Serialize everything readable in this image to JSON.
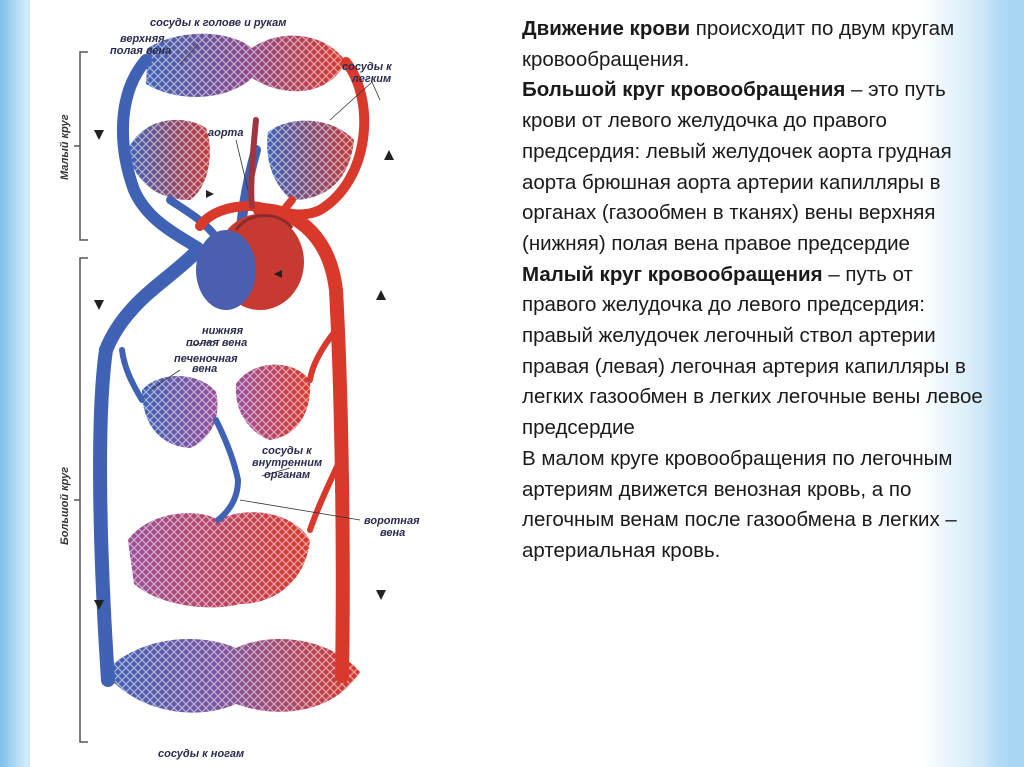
{
  "diagram": {
    "labels": {
      "head_vessels": "сосуды к голове и рукам",
      "superior_vena_cava_1": "верхняя",
      "superior_vena_cava_2": "полая вена",
      "lung_vessels_1": "сосуды к",
      "lung_vessels_2": "легким",
      "aorta": "аорта",
      "inferior_vena_cava_1": "нижняя",
      "inferior_vena_cava_2": "полая вена",
      "hepatic_vein_1": "печеночная",
      "hepatic_vein_2": "вена",
      "organ_vessels_1": "сосуды к",
      "organ_vessels_2": "внутренним",
      "organ_vessels_3": "органам",
      "portal_vein_1": "воротная",
      "portal_vein_2": "вена",
      "leg_vessels": "сосуды к ногам",
      "small_circle": "Малый круг",
      "big_circle": "Большой круг"
    },
    "colors": {
      "arterial": "#d8392b",
      "venous": "#3f62b4",
      "mixed": "#8a4a8c"
    }
  },
  "text": {
    "p1_bold": "Движение крови",
    "p1_rest": " происходит по двум кругам кровообращения.",
    "p2_bold": "Большой круг кровообращения",
    "p2_rest": " – это путь крови от левого желудочка до правого предсердия: левый желудочек  аорта  грудная аорта  брюшная аорта  артерии  капилляры в органах (газообмен в тканях)  вены  верхняя (нижняя) полая вена  правое предсердие",
    "p3_bold": "Малый круг кровообращения",
    "p3_rest": " – путь от правого желудочка до левого предсердия: правый желудочек  легочный ствол артерии  правая (левая) легочная артерия  капилляры в легких  газообмен в легких легочные вены  левое предсердие",
    "p4": "В малом круге кровообращения по легочным артериям движется венозная кровь, а по легочным венам после газообмена в легких – артериальная кровь."
  }
}
